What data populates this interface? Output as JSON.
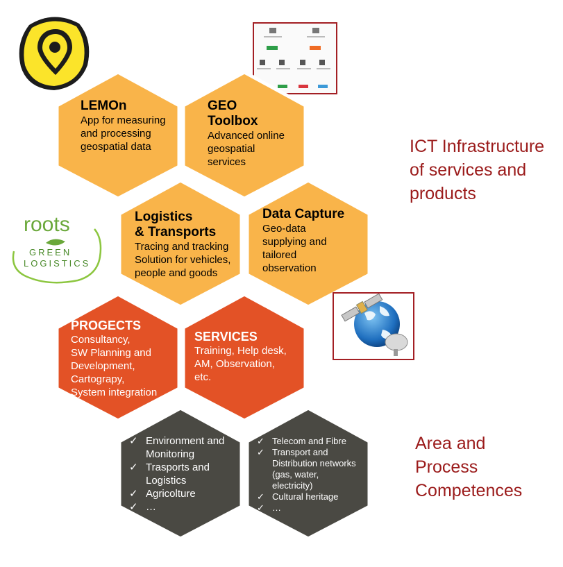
{
  "hexagons": {
    "lemon": {
      "title": "LEMOn",
      "desc": "App for measuring\nand processing\ngeospatial data",
      "color": "#f9b44a"
    },
    "geo_toolbox": {
      "title": "GEO\nToolbox",
      "desc": "Advanced online\ngeospatial\nservices",
      "color": "#f9b44a"
    },
    "logistics": {
      "title": "Logistics\n& Transports",
      "desc": "Tracing and tracking\nSolution for vehicles,\npeople and goods",
      "color": "#f9b44a"
    },
    "data_capture": {
      "title": "Data Capture",
      "desc": "Geo-data\nsupplying and\ntailored\nobservation",
      "color": "#f9b44a"
    },
    "projects": {
      "title": "PROGECTS",
      "desc": "Consultancy,\nSW Planning and\nDevelopment,\nCartograpy,\nSystem integration",
      "color": "#e35226"
    },
    "services": {
      "title": "SERVICES",
      "desc": "Training, Help desk,\nAM, Observation,\netc.",
      "color": "#e35226"
    },
    "competences_left": {
      "items": [
        "Environment and\nMonitoring",
        "Trasports and\nLogistics",
        "Agricolture",
        "…"
      ],
      "color": "#4a4943"
    },
    "competences_right": {
      "items": [
        "Telecom and Fibre",
        "Transport and\nDistribution networks\n(gas, water,\nelectricity)",
        "Cultural heritage",
        "…"
      ],
      "color": "#4a4943"
    }
  },
  "side_labels": {
    "ict": "ICT Infrastructure\nof services and\nproducts",
    "area": "Area and\nProcess\nCompetences"
  },
  "roots_logo": {
    "word": "roots",
    "line1": "GREEN",
    "line2": "LOGISTICS"
  },
  "colors": {
    "accent_text": "#9b1b1b",
    "orange": "#f9b44a",
    "red_orange": "#e35226",
    "dark": "#4a4943"
  },
  "icons": {
    "lemon": "map-pin-icon",
    "toolbox": "toolbox-screenshot",
    "satellite": "satellite-globe-icon",
    "check": "check-icon"
  }
}
